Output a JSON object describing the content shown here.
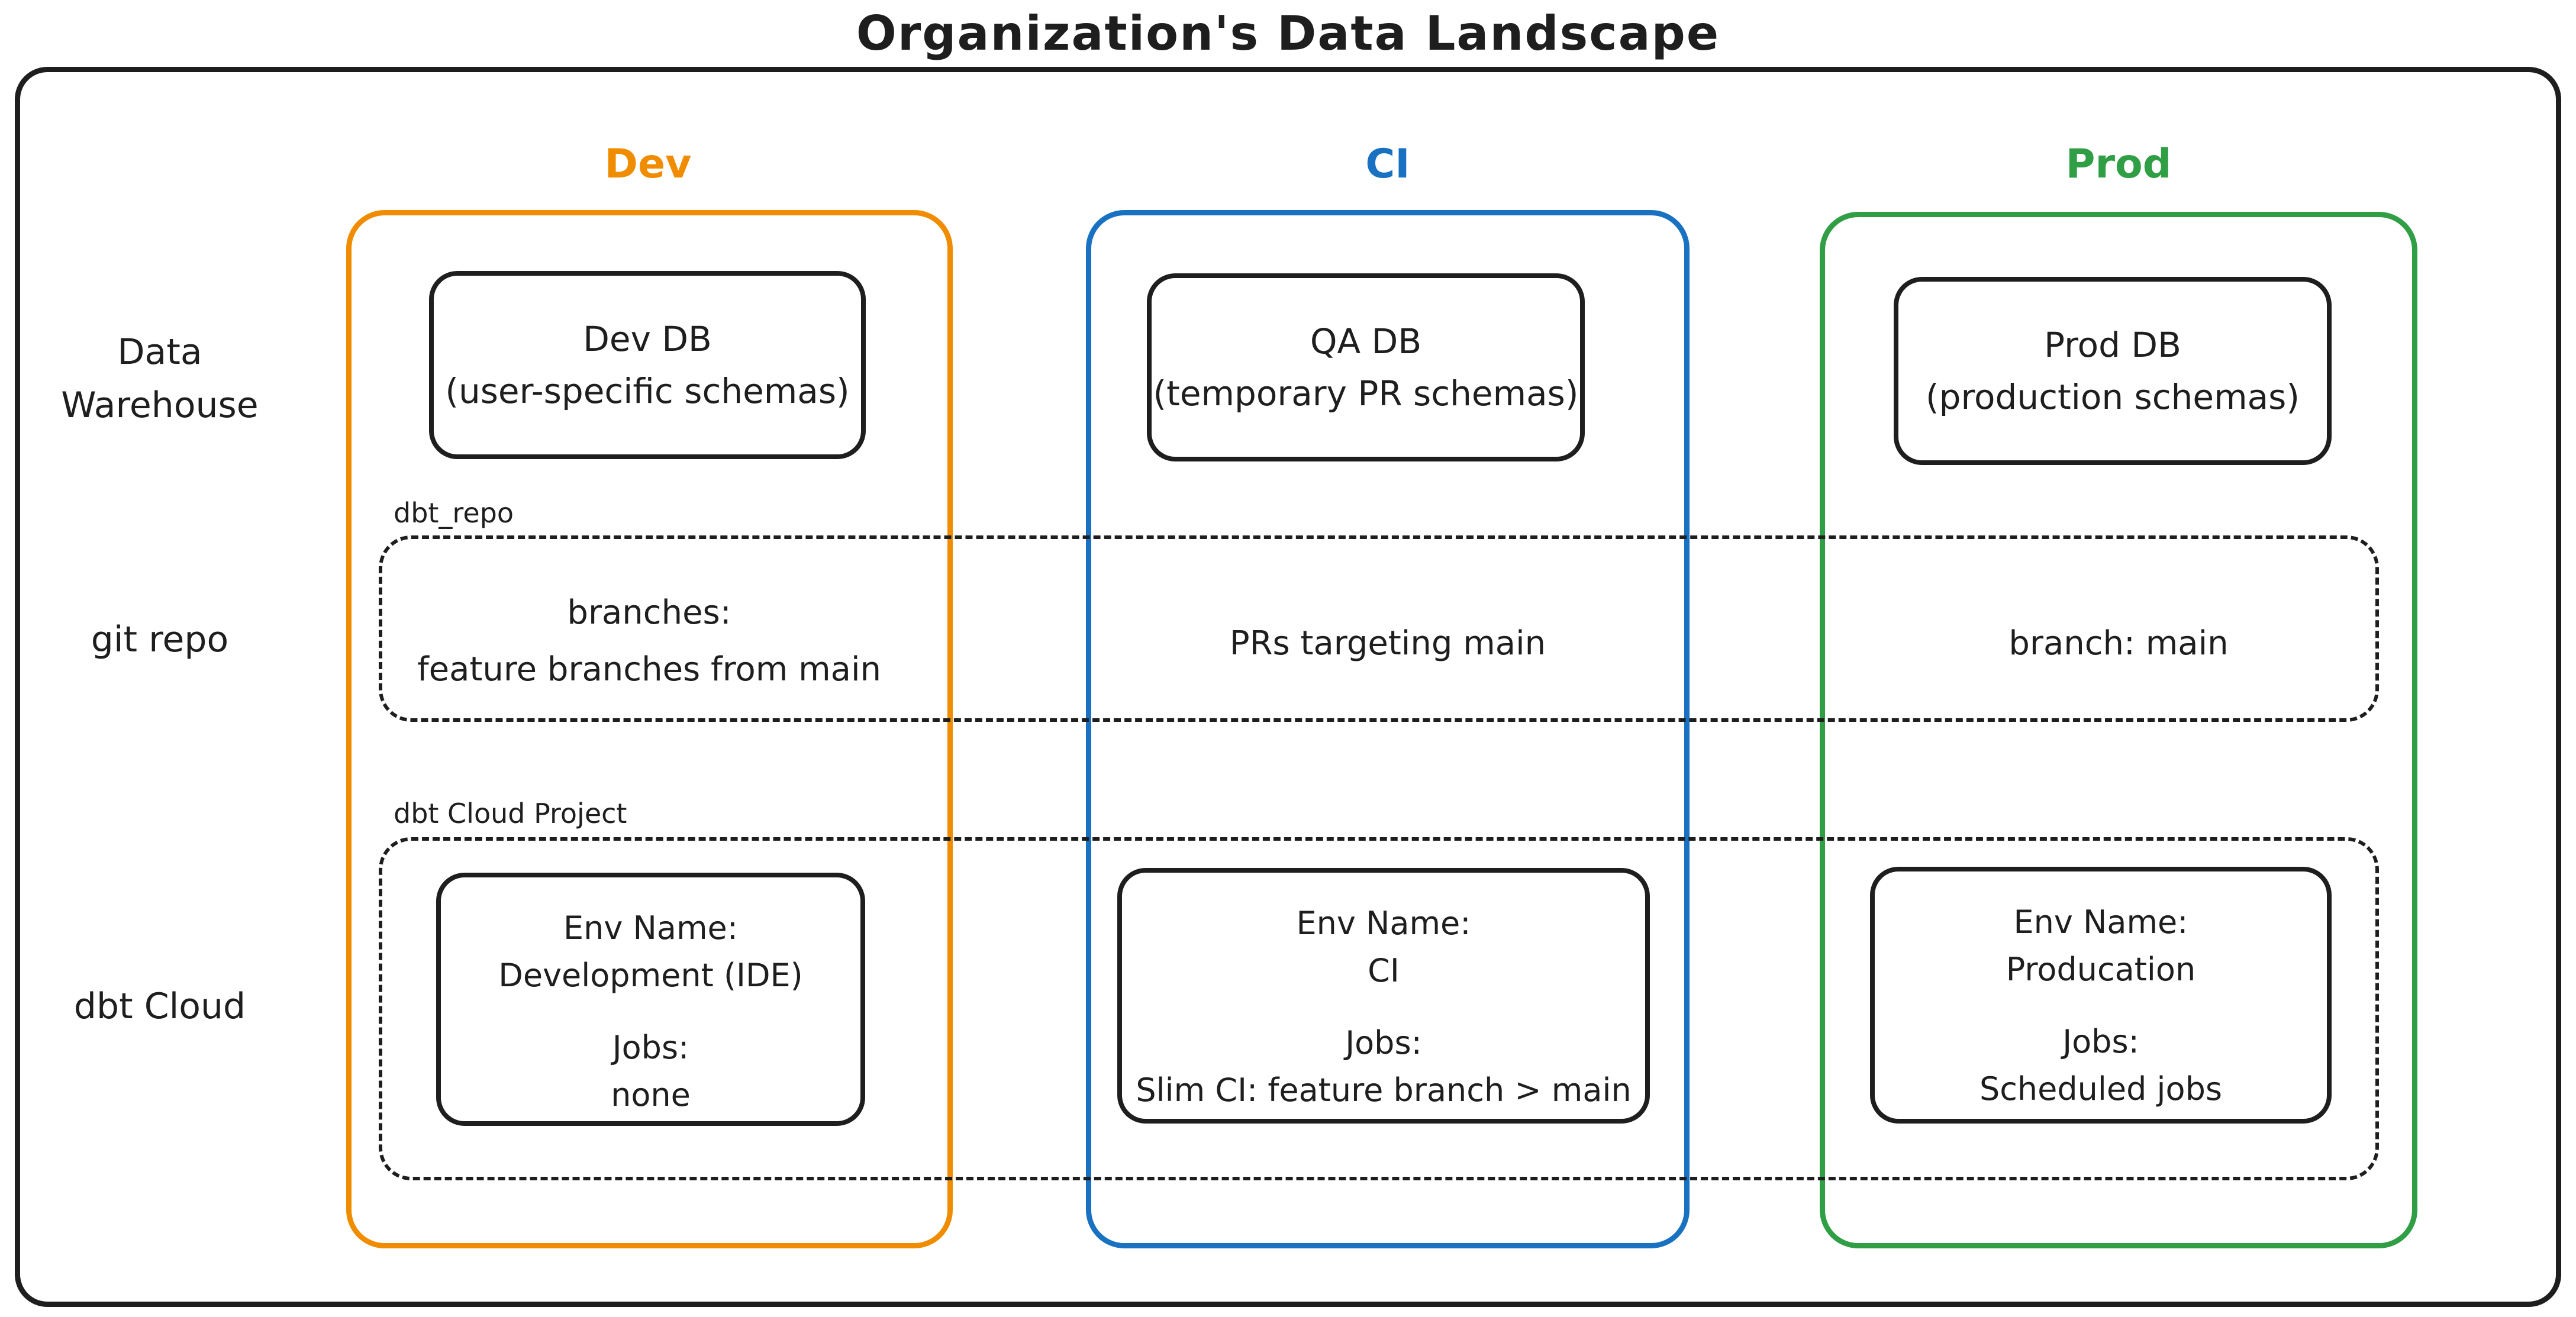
{
  "title": "Organization's Data Landscape",
  "ink_color": "#1e1e1e",
  "columns": [
    {
      "label": "Dev",
      "color": "#f08c00"
    },
    {
      "label": "CI",
      "color": "#1971c2"
    },
    {
      "label": "Prod",
      "color": "#2f9e44"
    }
  ],
  "rows": [
    {
      "label": "Data Warehouse"
    },
    {
      "label": "git repo"
    },
    {
      "label": "dbt Cloud"
    }
  ],
  "warehouse_boxes": [
    {
      "title": "Dev DB",
      "subtitle": "(user-specific schemas)"
    },
    {
      "title": "QA DB",
      "subtitle": "(temporary PR schemas)"
    },
    {
      "title": "Prod DB",
      "subtitle": "(production schemas)"
    }
  ],
  "git_band": {
    "label": "dbt_repo",
    "cells": [
      {
        "line1": "branches:",
        "line2": "feature branches from main"
      },
      {
        "line1": "PRs targeting main",
        "line2": ""
      },
      {
        "line1": "branch: main",
        "line2": ""
      }
    ]
  },
  "dbt_band": {
    "label": "dbt Cloud Project",
    "cells": [
      {
        "env_label": "Env Name:",
        "env_value": "Development (IDE)",
        "jobs_label": "Jobs:",
        "jobs_value": "none"
      },
      {
        "env_label": "Env Name:",
        "env_value": "CI",
        "jobs_label": "Jobs:",
        "jobs_value": "Slim CI: feature branch > main"
      },
      {
        "env_label": "Env Name:",
        "env_value": "Producation",
        "jobs_label": "Jobs:",
        "jobs_value": "Scheduled jobs"
      }
    ]
  }
}
